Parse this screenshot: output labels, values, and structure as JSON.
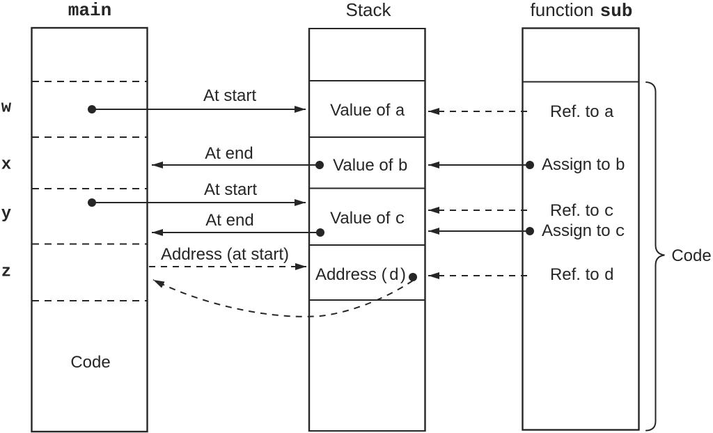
{
  "diagram": {
    "description": "Parameter passing between main and function sub via the stack",
    "ink_color": "#262626",
    "background_color": "#ffffff"
  },
  "titles": {
    "main": "main",
    "stack": "Stack",
    "function": "function",
    "sub": "sub"
  },
  "main_column": {
    "row_labels": [
      "w",
      "x",
      "y",
      "z"
    ],
    "code_label": "Code"
  },
  "stack_column": {
    "cells": [
      {
        "prefix": "Value of",
        "var": "a",
        "suffix": ""
      },
      {
        "prefix": "Value of",
        "var": "b",
        "suffix": ""
      },
      {
        "prefix": "Value of",
        "var": "c",
        "suffix": ""
      },
      {
        "prefix": "Address (",
        "var": "d",
        "suffix": ")"
      }
    ]
  },
  "sub_column": {
    "items": [
      {
        "prefix": "Ref. to",
        "var": "a"
      },
      {
        "prefix": "Assign to",
        "var": "b"
      },
      {
        "prefix": "Ref. to",
        "var": "c"
      },
      {
        "prefix": "Assign to",
        "var": "c"
      },
      {
        "prefix": "Ref. to",
        "var": "d"
      }
    ],
    "brace_label": "Code"
  },
  "arrow_labels": {
    "w_to_a_start": "At start",
    "b_to_x_end": "At end",
    "y_to_c_start": "At start",
    "c_to_x_end": "At end",
    "z_address_start": "Address (at start)"
  }
}
